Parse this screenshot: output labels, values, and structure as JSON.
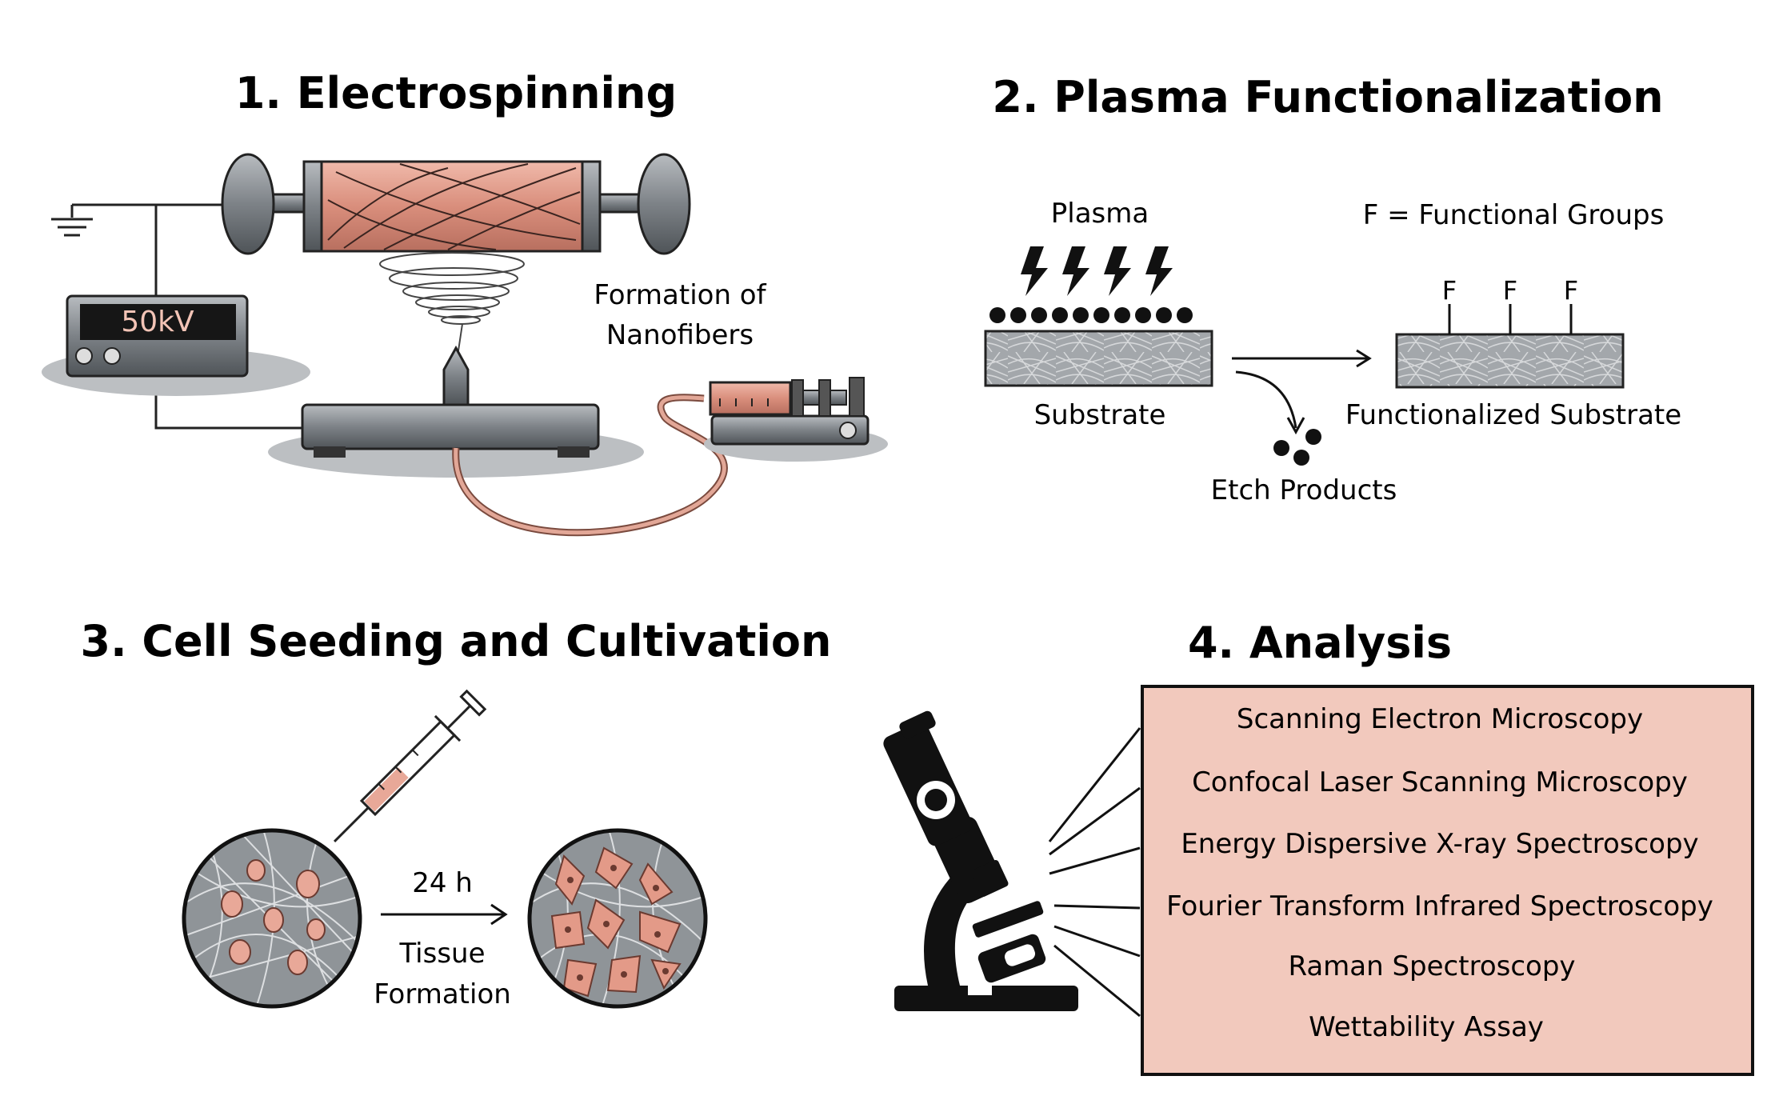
{
  "panels": {
    "electrospinning": {
      "title": "1. Electrospinning",
      "voltage_display": "50kV",
      "fiber_label_line1": "Formation of",
      "fiber_label_line2": "Nanofibers"
    },
    "plasma": {
      "title": "2. Plasma Functionalization",
      "plasma_label": "Plasma",
      "substrate_label": "Substrate",
      "legend_label": "F = Functional Groups",
      "group_symbol": "F",
      "functionalized_label": "Functionalized Substrate",
      "etch_label": "Etch Products"
    },
    "seeding": {
      "title": "3. Cell Seeding and Cultivation",
      "time_label": "24 h",
      "result_line1": "Tissue",
      "result_line2": "Formation"
    },
    "analysis": {
      "title": "4. Analysis",
      "methods": [
        "Scanning Electron Microscopy",
        "Confocal Laser Scanning Microscopy",
        "Energy Dispersive X-ray Spectroscopy",
        "Fourier Transform Infrared Spectroscopy",
        "Raman Spectroscopy",
        "Wettability Assay"
      ]
    }
  },
  "colors": {
    "fiber_pink": "#e8a898",
    "box_fill": "#f2c9bd",
    "metal_gray": "#8a8f94",
    "shadow_gray": "#b9bcbf",
    "mesh_gray": "#9ea3a8"
  }
}
